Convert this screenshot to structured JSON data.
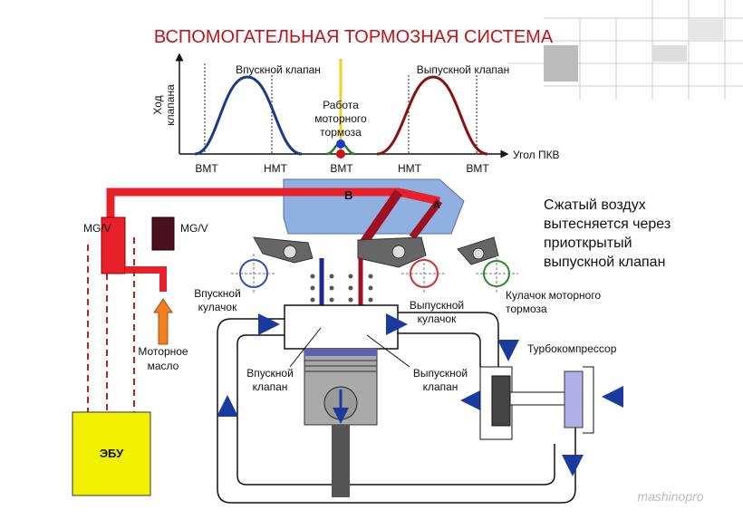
{
  "title": "ВСПОМОГАТЕЛЬНАЯ ТОРМОЗНАЯ СИСТЕМА",
  "colors": {
    "title": "#c0141c",
    "intake": "#1a3a8a",
    "exhaust": "#8b1010",
    "brake": "#2a7a2a",
    "air_pipe": "#e8202a",
    "oil_arrow": "#f08020",
    "ecu": "#f0f000",
    "housing": "#8fb0e0"
  },
  "graph": {
    "y_axis_label": [
      "Ход",
      "клапана"
    ],
    "x_axis_label": "Угол ПКВ",
    "intake_curve_label": "Впускной клапан",
    "exhaust_curve_label": "Выпускной клапан",
    "brake_label": [
      "Работа",
      "моторного",
      "тормоза"
    ],
    "ticks": [
      "ВМТ",
      "НМТ",
      "ВМТ",
      "НМТ",
      "ВМТ"
    ]
  },
  "housing_labels": {
    "b": "B",
    "a": "A"
  },
  "note": [
    "Сжатый воздух",
    "вытесняется через",
    "приоткрытый",
    "выпускной клапан"
  ],
  "valves": {
    "mgv_left": "MG/V",
    "mgv_right": "MG/V"
  },
  "oil": [
    "Моторное",
    "масло"
  ],
  "ecu": "ЭБУ",
  "labels": {
    "intake_cam": [
      "Впускной",
      "кулачок"
    ],
    "exhaust_cam": [
      "Выпускной",
      "кулачок"
    ],
    "brake_cam": [
      "Кулачок моторного",
      "тормоза"
    ],
    "intake_valve": [
      "Впускной",
      "клапан"
    ],
    "exhaust_valve": [
      "Выпускной",
      "клапан"
    ],
    "turbo": "Турбокомпрессор"
  },
  "watermark": "mashinopro"
}
